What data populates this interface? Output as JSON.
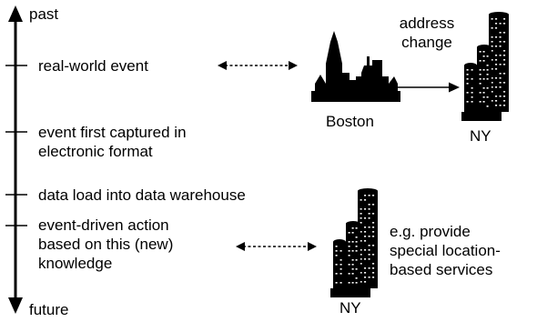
{
  "timeline": {
    "start_label": "past",
    "end_label": "future",
    "stages": [
      {
        "lines": [
          "real-world event"
        ]
      },
      {
        "lines": [
          "event first captured in",
          "electronic format"
        ]
      },
      {
        "lines": [
          "data load into data warehouse"
        ]
      },
      {
        "lines": [
          "event-driven action",
          "based on this (new)",
          "knowledge"
        ]
      }
    ]
  },
  "scene": {
    "origin_label": "Boston",
    "change_lines": [
      "address",
      "change"
    ],
    "destination_label": "NY",
    "destination_label_lower": "NY",
    "service_lines": [
      "e.g. provide",
      "special location-",
      "based services"
    ]
  },
  "colors": {
    "ink": "#000000",
    "window": "#ffffff",
    "background": "#ffffff"
  },
  "icons": [
    "timeline-arrow",
    "dashed-double-arrow-icon",
    "boston-skyline-icon",
    "ny-skyscraper-icon",
    "solid-arrow-icon"
  ]
}
